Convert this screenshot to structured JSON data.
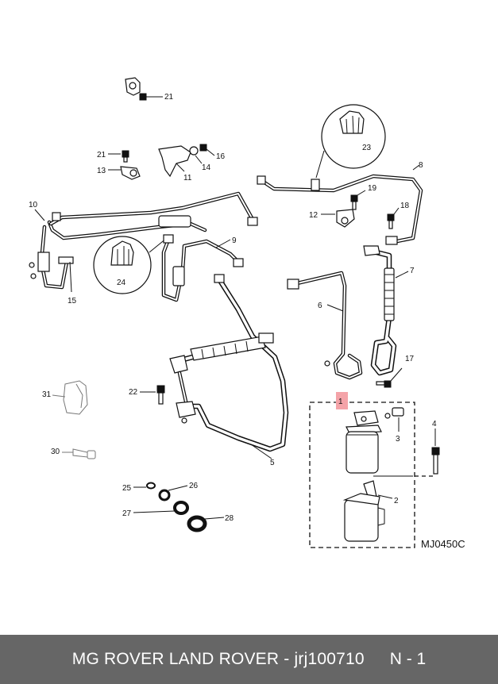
{
  "diagram": {
    "code": "MJ0450C",
    "highlight_color": "#f4a3a8",
    "callouts": [
      "1",
      "2",
      "3",
      "4",
      "5",
      "6",
      "7",
      "8",
      "9",
      "10",
      "11",
      "12",
      "13",
      "14",
      "15",
      "16",
      "17",
      "18",
      "19",
      "21",
      "21",
      "22",
      "23",
      "24",
      "25",
      "26",
      "27",
      "28",
      "30",
      "31"
    ]
  },
  "footer": {
    "title": "MG ROVER LAND ROVER - jrj100710",
    "code": "N - 1",
    "background": "#666666"
  }
}
